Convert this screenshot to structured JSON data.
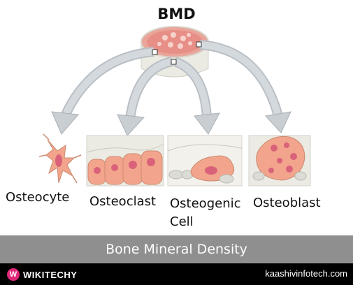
{
  "title": "BMD",
  "cells": [
    {
      "label": "Osteocyte"
    },
    {
      "label": "Osteoclast"
    },
    {
      "label": "Osteogenic Cell"
    },
    {
      "label": "Osteoblast"
    }
  ],
  "banner": "Bone Mineral Density",
  "footer": {
    "brand": "WIKITECHY",
    "brand_icon": "wikitechy-logo-icon",
    "site": "kaashivinfotech.com"
  },
  "colors": {
    "banner_bg": "#8f8f8f",
    "footer_bg": "#000000",
    "cell_fill": "#f2a58c",
    "arrow_fill": "#c9ced3"
  }
}
